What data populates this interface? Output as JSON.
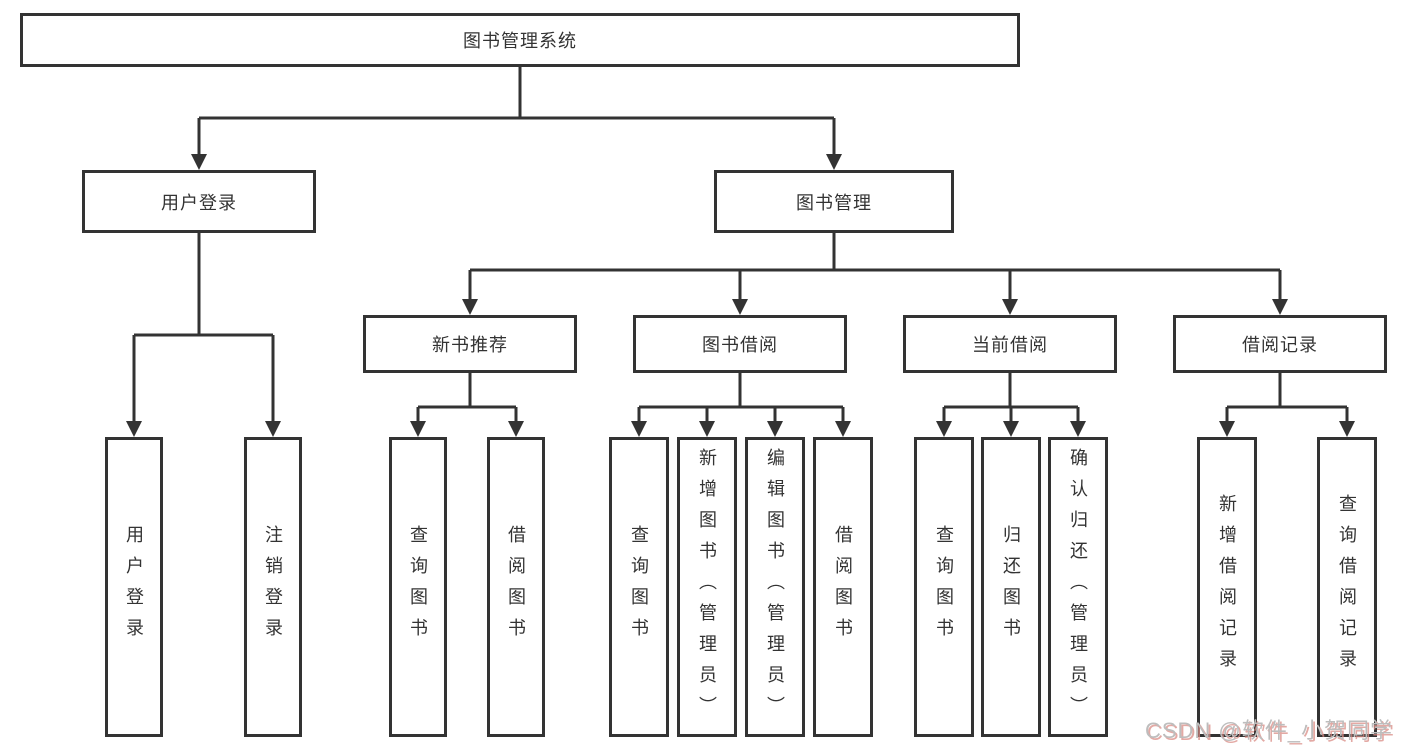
{
  "diagram_title": "图书管理系统",
  "tree": {
    "label": "图书管理系统",
    "children": [
      {
        "label": "用户登录",
        "children": [
          {
            "label": "用户登录"
          },
          {
            "label": "注销登录"
          }
        ]
      },
      {
        "label": "图书管理",
        "children": [
          {
            "label": "新书推荐",
            "children": [
              {
                "label": "查询图书"
              },
              {
                "label": "借阅图书"
              }
            ]
          },
          {
            "label": "图书借阅",
            "children": [
              {
                "label": "查询图书"
              },
              {
                "label": "新增图书（管理员）"
              },
              {
                "label": "编辑图书（管理员）"
              },
              {
                "label": "借阅图书"
              }
            ]
          },
          {
            "label": "当前借阅",
            "children": [
              {
                "label": "查询图书"
              },
              {
                "label": "归还图书"
              },
              {
                "label": "确认归还（管理员）"
              }
            ]
          },
          {
            "label": "借阅记录",
            "children": [
              {
                "label": "新增借阅记录"
              },
              {
                "label": "查询借阅记录"
              }
            ]
          }
        ]
      }
    ]
  },
  "watermark": {
    "text": "CSDN @软件_小贺同学"
  },
  "colors": {
    "line": "#333333",
    "box_border": "#333333",
    "box_background": "#ffffff",
    "text": "#333333",
    "watermark_gray": "#bdbdbd",
    "watermark_red_shadow": "#d98c86"
  }
}
